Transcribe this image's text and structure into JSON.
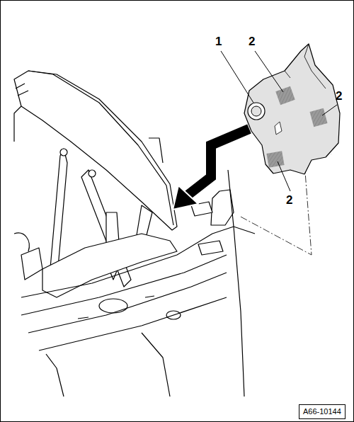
{
  "diagram": {
    "labels": [
      "1",
      "2",
      "2",
      "2",
      "A66-10144"
    ]
  }
}
